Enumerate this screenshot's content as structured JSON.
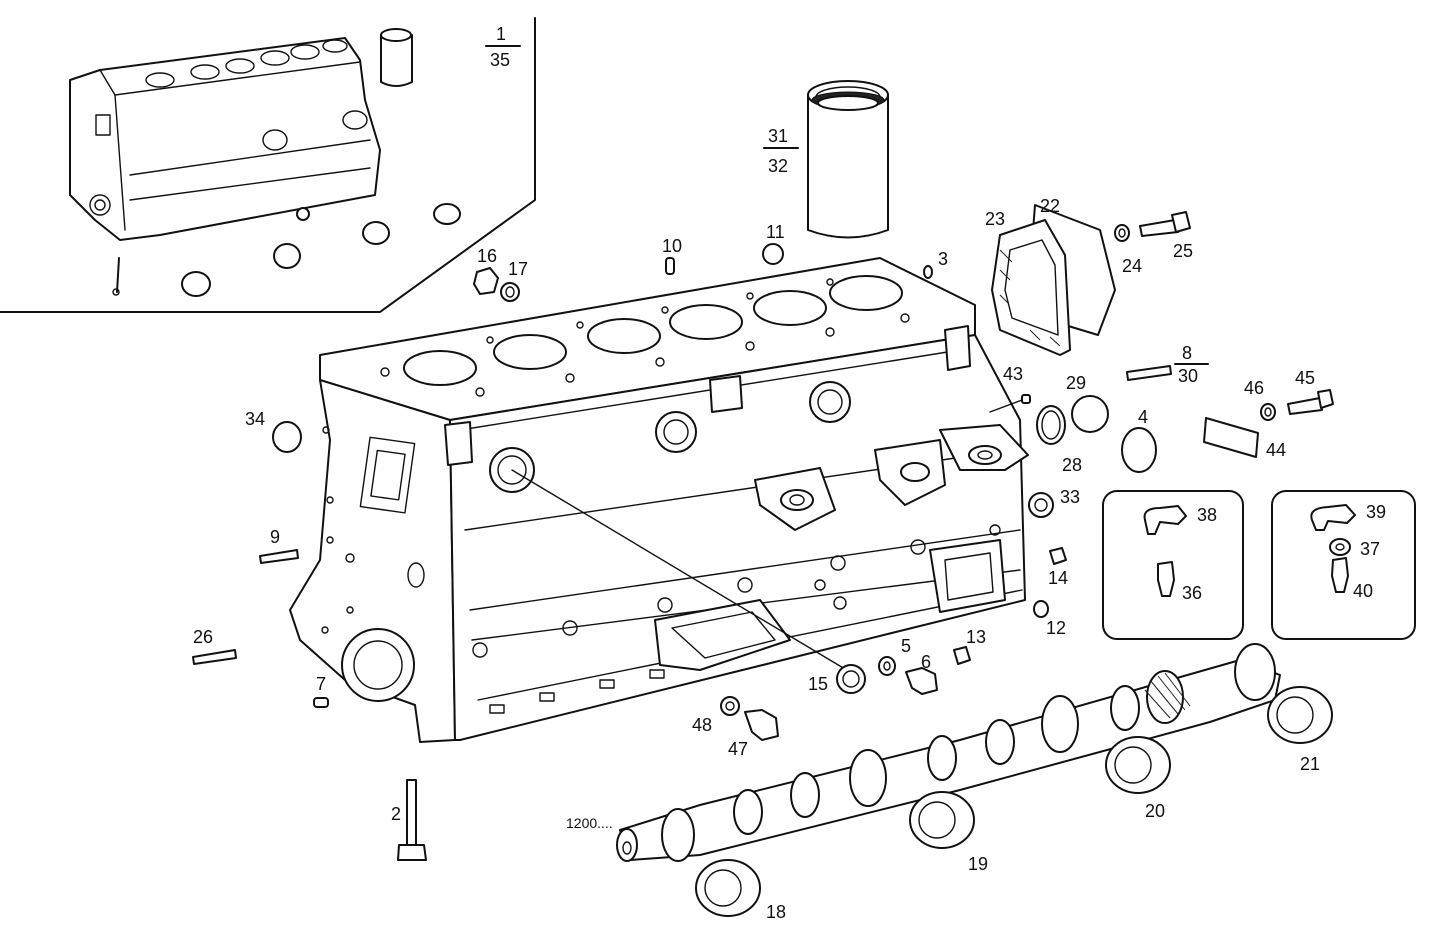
{
  "callouts": [
    {
      "id": "c1",
      "text": "1"
    },
    {
      "id": "c35",
      "text": "35"
    },
    {
      "id": "c31",
      "text": "31"
    },
    {
      "id": "c32",
      "text": "32"
    },
    {
      "id": "c23",
      "text": "23"
    },
    {
      "id": "c22",
      "text": "22"
    },
    {
      "id": "c24",
      "text": "24"
    },
    {
      "id": "c25",
      "text": "25"
    },
    {
      "id": "c16",
      "text": "16"
    },
    {
      "id": "c17",
      "text": "17"
    },
    {
      "id": "c10",
      "text": "10"
    },
    {
      "id": "c11",
      "text": "11"
    },
    {
      "id": "c3",
      "text": "3"
    },
    {
      "id": "c8",
      "text": "8"
    },
    {
      "id": "c30",
      "text": "30"
    },
    {
      "id": "c43",
      "text": "43"
    },
    {
      "id": "c29",
      "text": "29"
    },
    {
      "id": "c46",
      "text": "46"
    },
    {
      "id": "c45",
      "text": "45"
    },
    {
      "id": "c4",
      "text": "4"
    },
    {
      "id": "c28",
      "text": "28"
    },
    {
      "id": "c44",
      "text": "44"
    },
    {
      "id": "c34",
      "text": "34"
    },
    {
      "id": "c33",
      "text": "33"
    },
    {
      "id": "c38",
      "text": "38"
    },
    {
      "id": "c39",
      "text": "39"
    },
    {
      "id": "c37",
      "text": "37"
    },
    {
      "id": "c36",
      "text": "36"
    },
    {
      "id": "c40",
      "text": "40"
    },
    {
      "id": "c9",
      "text": "9"
    },
    {
      "id": "c14",
      "text": "14"
    },
    {
      "id": "c12",
      "text": "12"
    },
    {
      "id": "c26",
      "text": "26"
    },
    {
      "id": "c5",
      "text": "5"
    },
    {
      "id": "c13",
      "text": "13"
    },
    {
      "id": "c6",
      "text": "6"
    },
    {
      "id": "c7",
      "text": "7"
    },
    {
      "id": "c15",
      "text": "15"
    },
    {
      "id": "c48",
      "text": "48"
    },
    {
      "id": "c47",
      "text": "47"
    },
    {
      "id": "c21",
      "text": "21"
    },
    {
      "id": "c2",
      "text": "2"
    },
    {
      "id": "c20",
      "text": "20"
    },
    {
      "id": "c1200",
      "text": "1200...."
    },
    {
      "id": "c19",
      "text": "19"
    },
    {
      "id": "c18",
      "text": "18"
    }
  ]
}
